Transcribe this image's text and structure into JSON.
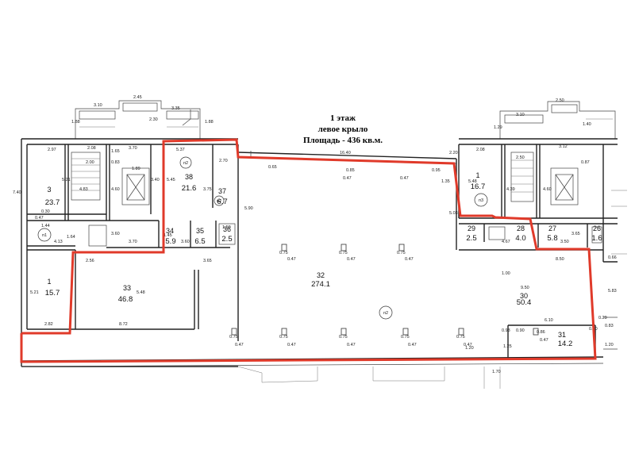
{
  "title": {
    "line1": "1 этаж",
    "line2": "левое крыло",
    "line3": "Площадь - 436 кв.м."
  },
  "highlight_color": "#e03a2a",
  "rooms": [
    {
      "id": "r1",
      "num": "1",
      "area": "15.7"
    },
    {
      "id": "r3",
      "num": "3",
      "area": "23.7"
    },
    {
      "id": "r33",
      "num": "33",
      "area": "46.8"
    },
    {
      "id": "r34",
      "num": "34",
      "area": "5.9"
    },
    {
      "id": "r35",
      "num": "35",
      "area": "6.5"
    },
    {
      "id": "r36",
      "num": "36",
      "area": "2.5"
    },
    {
      "id": "r37",
      "num": "37",
      "area": "6.7"
    },
    {
      "id": "r38",
      "num": "38",
      "area": "21.6"
    },
    {
      "id": "r32",
      "num": "32",
      "area": "274.1"
    },
    {
      "id": "rR1",
      "num": "1",
      "area": "16.7"
    },
    {
      "id": "r29",
      "num": "29",
      "area": "2.5"
    },
    {
      "id": "r28",
      "num": "28",
      "area": "4.0"
    },
    {
      "id": "r27",
      "num": "27",
      "area": "5.8"
    },
    {
      "id": "r26",
      "num": "26",
      "area": "1.6"
    },
    {
      "id": "r30",
      "num": "30",
      "area": "50.4"
    },
    {
      "id": "r31",
      "num": "31",
      "area": "14.2"
    }
  ],
  "stair_labels": [
    "п1",
    "п2",
    "п2",
    "п2",
    "п3"
  ],
  "dims": {
    "d310a": "3.10",
    "d245": "2.45",
    "d335": "3.35",
    "d188a": "1.88",
    "d230": "2.30",
    "d188b": "1.88",
    "d297": "2.97",
    "d208": "2.08",
    "d165": "1.65",
    "d370a": "3.70",
    "d200a": "2.00",
    "d083": "0.83",
    "d189": "1.89",
    "d537": "5.37",
    "d270": "2.70",
    "d521a": "5.21",
    "d483a": "4.83",
    "d460a": "4.60",
    "d340": "3.40",
    "d545": "5.45",
    "d375": "3.75",
    "d740": "7.40",
    "d030": "0.30",
    "d047a": "0.47",
    "d144": "1.44",
    "d164": "1.64",
    "d413": "4.13",
    "d360a": "3.60",
    "d370b": "3.70",
    "d145": "1.45",
    "d360b": "3.60",
    "d150a": "1.50",
    "d590": "5.90",
    "d256": "2.56",
    "d365": "3.65",
    "d548": "5.48",
    "d521b": "5.21",
    "d282": "2.82",
    "d872": "8.72",
    "d1640": "16.40",
    "d065": "0.65",
    "d085": "0.85",
    "d095": "0.95",
    "d135": "1.35",
    "d220": "2.20",
    "d208b": "2.08",
    "d503": "5.03",
    "d250": "2.50",
    "d310b": "3.10",
    "d140": "1.40",
    "d129": "1.29",
    "d312": "3.12",
    "d250b": "2.50",
    "d548b": "5.48",
    "d439": "4.39",
    "d460b": "4.60",
    "d087": "0.87",
    "d467": "4.67",
    "d350": "3.50",
    "d365b": "3.65",
    "d850": "8.50",
    "d100": "1.00",
    "d066": "0.66",
    "d950": "9.50",
    "d583": "5.83",
    "d610": "6.10",
    "d093": "0.93",
    "d090": "0.90",
    "d086": "0.86",
    "d080": "0.80",
    "d029": "0.29",
    "d083b": "0.83",
    "d125": "1.25",
    "d120": "1.20",
    "d120b": "1.20",
    "d170": "1.70",
    "col_075": "0.75",
    "col_047": "0.47"
  }
}
